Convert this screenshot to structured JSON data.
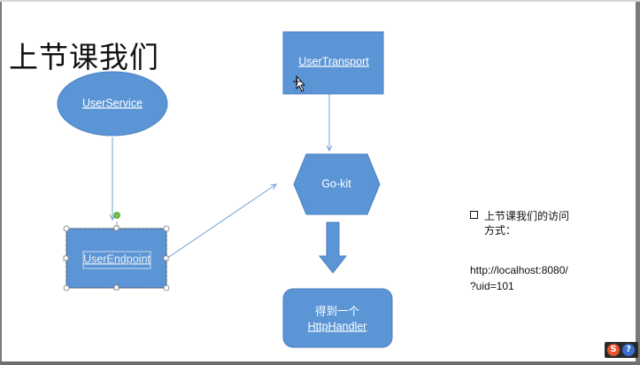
{
  "slide": {
    "title": "上节课我们",
    "nodes": {
      "user_service": "UserService",
      "user_endpoint": "UserEndpoint",
      "user_transport": "UserTransport",
      "go_kit": "Go-kit",
      "result_line1": "得到一个",
      "result_line2": "HttpHandler"
    },
    "bullet": {
      "line1": "上节课我们的访问",
      "line2": "方式："
    },
    "url": {
      "line1": "http://localhost:8080/",
      "line2": "?uid=101"
    }
  },
  "tray": {
    "s_label": "S",
    "help_label": "?"
  },
  "colors": {
    "shape_fill": "#5b95d6",
    "shape_stroke": "#4a7fc0",
    "arrow": "#6fa0d6"
  }
}
